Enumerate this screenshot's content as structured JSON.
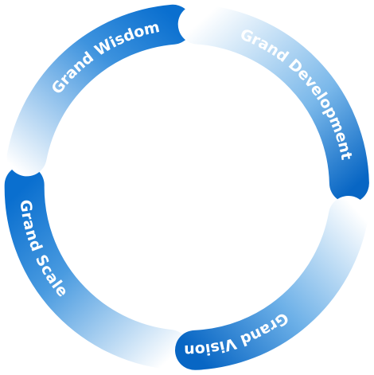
{
  "segments": [
    {
      "id": "wisdom",
      "label": "Grand Wisdom"
    },
    {
      "id": "development",
      "label": "Grand Development"
    },
    {
      "id": "vision",
      "label": "Grand Vision"
    },
    {
      "id": "scale",
      "label": "Grand Scale"
    }
  ],
  "colors": {
    "primary": "#0a6fcf",
    "deep": "#0866c4",
    "fade": "#ffffff",
    "label": "#ffffff"
  }
}
